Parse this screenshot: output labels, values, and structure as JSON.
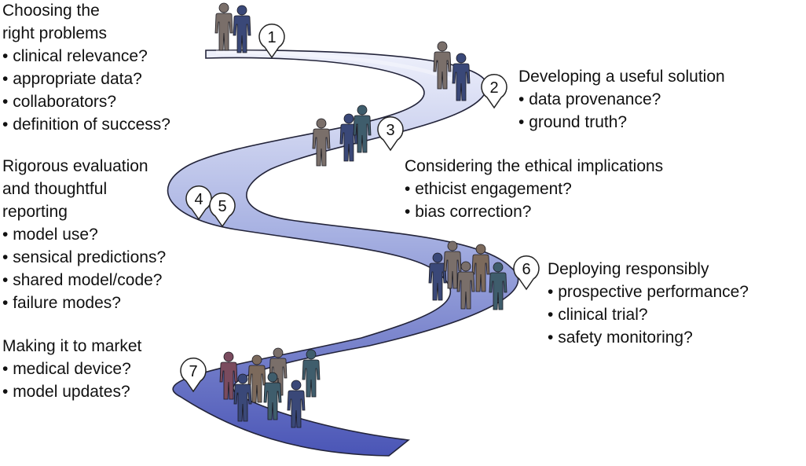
{
  "stages": [
    {
      "number": "1",
      "heading": [
        "Choosing the",
        "right problems"
      ],
      "items": [
        "clinical relevance?",
        "appropriate data?",
        "collaborators?",
        "definition of success?"
      ]
    },
    {
      "number": "2",
      "heading": [
        "Developing a useful solution"
      ],
      "items": [
        "data provenance?",
        "ground truth?"
      ]
    },
    {
      "number": "3",
      "heading": [
        "Considering the ethical implications"
      ],
      "items": [
        "ethicist engagement?",
        "bias correction?"
      ]
    },
    {
      "number": "4",
      "heading": [
        "Rigorous evaluation",
        "and thoughtful",
        "reporting"
      ],
      "items": [
        "model use?",
        "sensical predictions?",
        "shared model/code?",
        "failure modes?"
      ]
    },
    {
      "number": "5",
      "heading": [],
      "items": []
    },
    {
      "number": "6",
      "heading": [
        "Deploying responsibly"
      ],
      "items": [
        "prospective performance?",
        "clinical trial?",
        "safety monitoring?"
      ]
    },
    {
      "number": "7",
      "heading": [
        "Making it to market"
      ],
      "items": [
        "medical device?",
        "model updates?"
      ]
    }
  ],
  "colors": {
    "road_light": "#eef0fb",
    "road_mid": "#a7b1e2",
    "road_dark": "#4a55b6",
    "road_edge": "#23243a",
    "person_grey": "#7a6f6a",
    "person_navy": "#3a4878",
    "person_teal": "#3f5d6c",
    "person_maroon": "#7a4b5e",
    "person_brown": "#7c6a5c"
  },
  "icons": [
    "location-pin-icon",
    "person-icon"
  ]
}
